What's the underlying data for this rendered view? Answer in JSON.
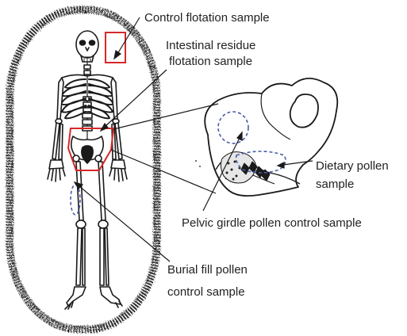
{
  "labels": {
    "control_flotation": "Control flotation sample",
    "intestinal_line1": "Intestinal residue",
    "intestinal_line2": "flotation sample",
    "dietary_line1": "Dietary pollen",
    "dietary_line2": "sample",
    "pelvic_girdle": "Pelvic girdle pollen control sample",
    "burial_line1": "Burial fill pollen",
    "burial_line2": "control  sample"
  },
  "colors": {
    "flotation_box": "#d62828",
    "pollen_sample_outline": "#4a5ea8",
    "burial_pit": "#2b2b2b",
    "line_art": "#1a1a1a"
  }
}
